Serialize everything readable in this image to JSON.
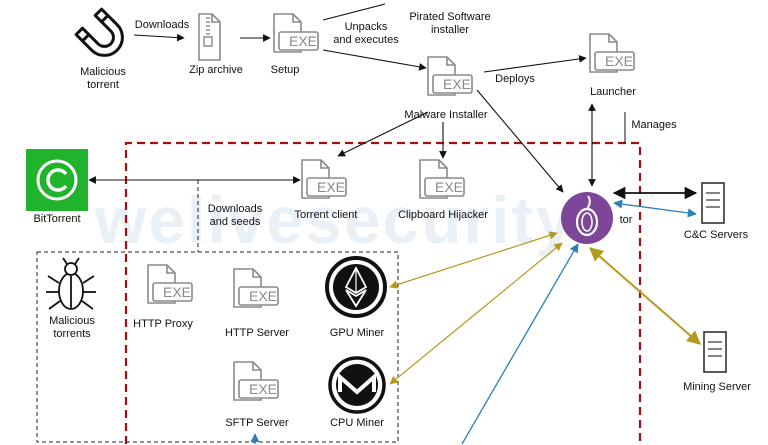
{
  "watermark": "welivesecurity",
  "nodes": {
    "malicious_torrent": "Malicious\ntorrent",
    "zip_archive": "Zip archive",
    "setup": "Setup",
    "pirated_software": "Pirated Software\ninstaller",
    "malware_installer": "Malware Installer",
    "launcher": "Launcher",
    "bittorrent": "BitTorrent",
    "torrent_client": "Torrent client",
    "clipboard_hijacker": "Clipboard Hijacker",
    "tor": "tor",
    "cc_servers": "C&C Servers",
    "malicious_torrents": "Malicious\ntorrents",
    "http_proxy": "HTTP Proxy",
    "http_server": "HTTP Server",
    "gpu_miner": "GPU Miner",
    "cpu_miner": "CPU Miner",
    "sftp_server": "SFTP Server",
    "mining_server": "Mining Server"
  },
  "edges": {
    "downloads": "Downloads",
    "unpacks": "Unpacks\nand executes",
    "deploys": "Deploys",
    "manages": "Manages",
    "downloads_seeds": "Downloads\nand seeds"
  },
  "file_badge": "EXE",
  "colors": {
    "red_dashed": "#a50e0e",
    "gold": "#b59a20",
    "blue": "#2d7fb8",
    "black": "#111111",
    "bittorrent_green": "#1fb42c",
    "tor_purple": "#7d4698",
    "file_gray": "#8a8a8a"
  }
}
